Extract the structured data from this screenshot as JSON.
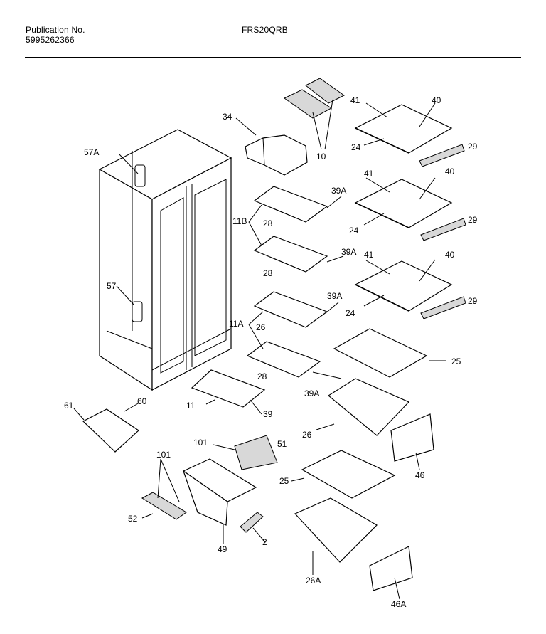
{
  "header": {
    "publication_label": "Publication No.",
    "publication_number": "5995262366",
    "model": "FRS20QRB"
  },
  "callouts": [
    "57A",
    "34",
    "10",
    "41",
    "40",
    "24",
    "29",
    "41",
    "40",
    "24",
    "29",
    "41",
    "40",
    "24",
    "29",
    "39A",
    "11B",
    "28",
    "39A",
    "28",
    "57",
    "39A",
    "11A",
    "26",
    "28",
    "39A",
    "11",
    "39",
    "25",
    "61",
    "60",
    "26",
    "46",
    "101",
    "51",
    "101",
    "25",
    "52",
    "49",
    "2",
    "26A",
    "46A"
  ]
}
